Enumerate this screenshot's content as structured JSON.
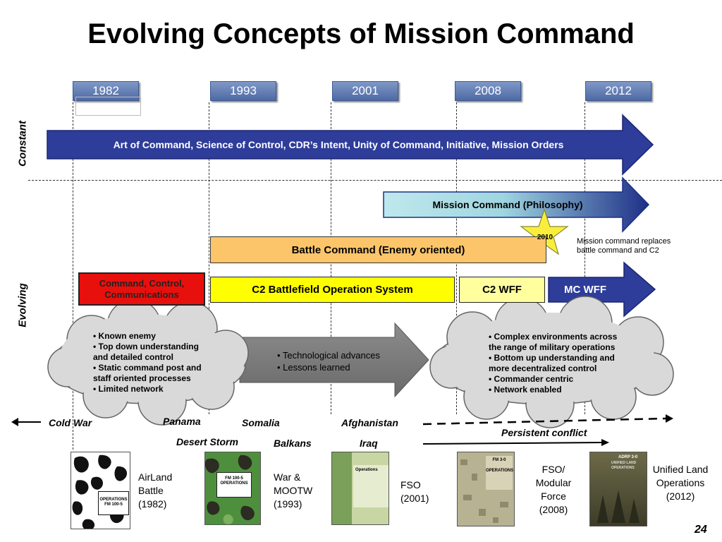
{
  "title": "Evolving Concepts of Mission Command",
  "years": [
    "1982",
    "1993",
    "2001",
    "2008",
    "2012"
  ],
  "side_labels": {
    "constant": "Constant",
    "evolving": "Evolving"
  },
  "arrows": {
    "constant": "Art of Command, Science of Control, CDR’s Intent, Unity of Command, Initiative, Mission Orders",
    "mission_command": "Mission Command (Philosophy)",
    "mc_wff": "MC WFF"
  },
  "bars": {
    "battle_command": "Battle Command (Enemy oriented)",
    "c3": "Command, Control, Communications",
    "c2bos": "C2 Battlefield Operation System",
    "c2wff": "C2 WFF"
  },
  "star": {
    "year": "2010",
    "note": "Mission command replaces battle command and C2"
  },
  "left_cloud": [
    "•  Known enemy",
    "•  Top down understanding",
    "and  detailed control",
    "•  Static command post and",
    "staff oriented processes",
    "•  Limited network"
  ],
  "middle_arrow": [
    "• Technological  advances",
    "• Lessons learned"
  ],
  "right_cloud": [
    "•  Complex environments across",
    "the range of military operations",
    "•  Bottom up understanding and",
    "more decentralized control",
    "•  Commander centric",
    "•  Network enabled"
  ],
  "conflicts": {
    "cold_war": "Cold War",
    "panama": "Panama",
    "somalia": "Somalia",
    "afghanistan": "Afghanistan",
    "desert_storm": "Desert Storm",
    "balkans": "Balkans",
    "iraq": "Iraq",
    "persistent": "Persistent conflict"
  },
  "docs": {
    "airland": "AirLand Battle (1982)",
    "war_mootw": "War & MOOTW (1993)",
    "fso2001": "FSO (2001)",
    "fso2008": "FSO/ Modular Force (2008)",
    "ulo": "Unified Land Operations (2012)"
  },
  "book_covers": {
    "operations_1982": "OPERATIONS",
    "fm100_5": "FM 100-5",
    "fm100_5_1993": "FM 100-5 OPERATIONS",
    "fm3_0_2001": "Operations",
    "fm3_0_2008": "FM 3-0",
    "fm3_0_2008_title": "OPERATIONS",
    "adrp3_0": "ADRP 3-0",
    "adrp3_0_title": "UNIFIED LAND OPERATIONS"
  },
  "page_number": "24",
  "colors": {
    "year_box": "#5a74ad",
    "arrow_blue": "#2e3c9a",
    "battle_command": "#fcc56a",
    "c3_red": "#e8100c",
    "c2_yellow": "#ffff00",
    "c2wff_yellow": "#ffff9e",
    "star": "#f9ee3e",
    "gray_arrow": "#7a7a7a"
  }
}
